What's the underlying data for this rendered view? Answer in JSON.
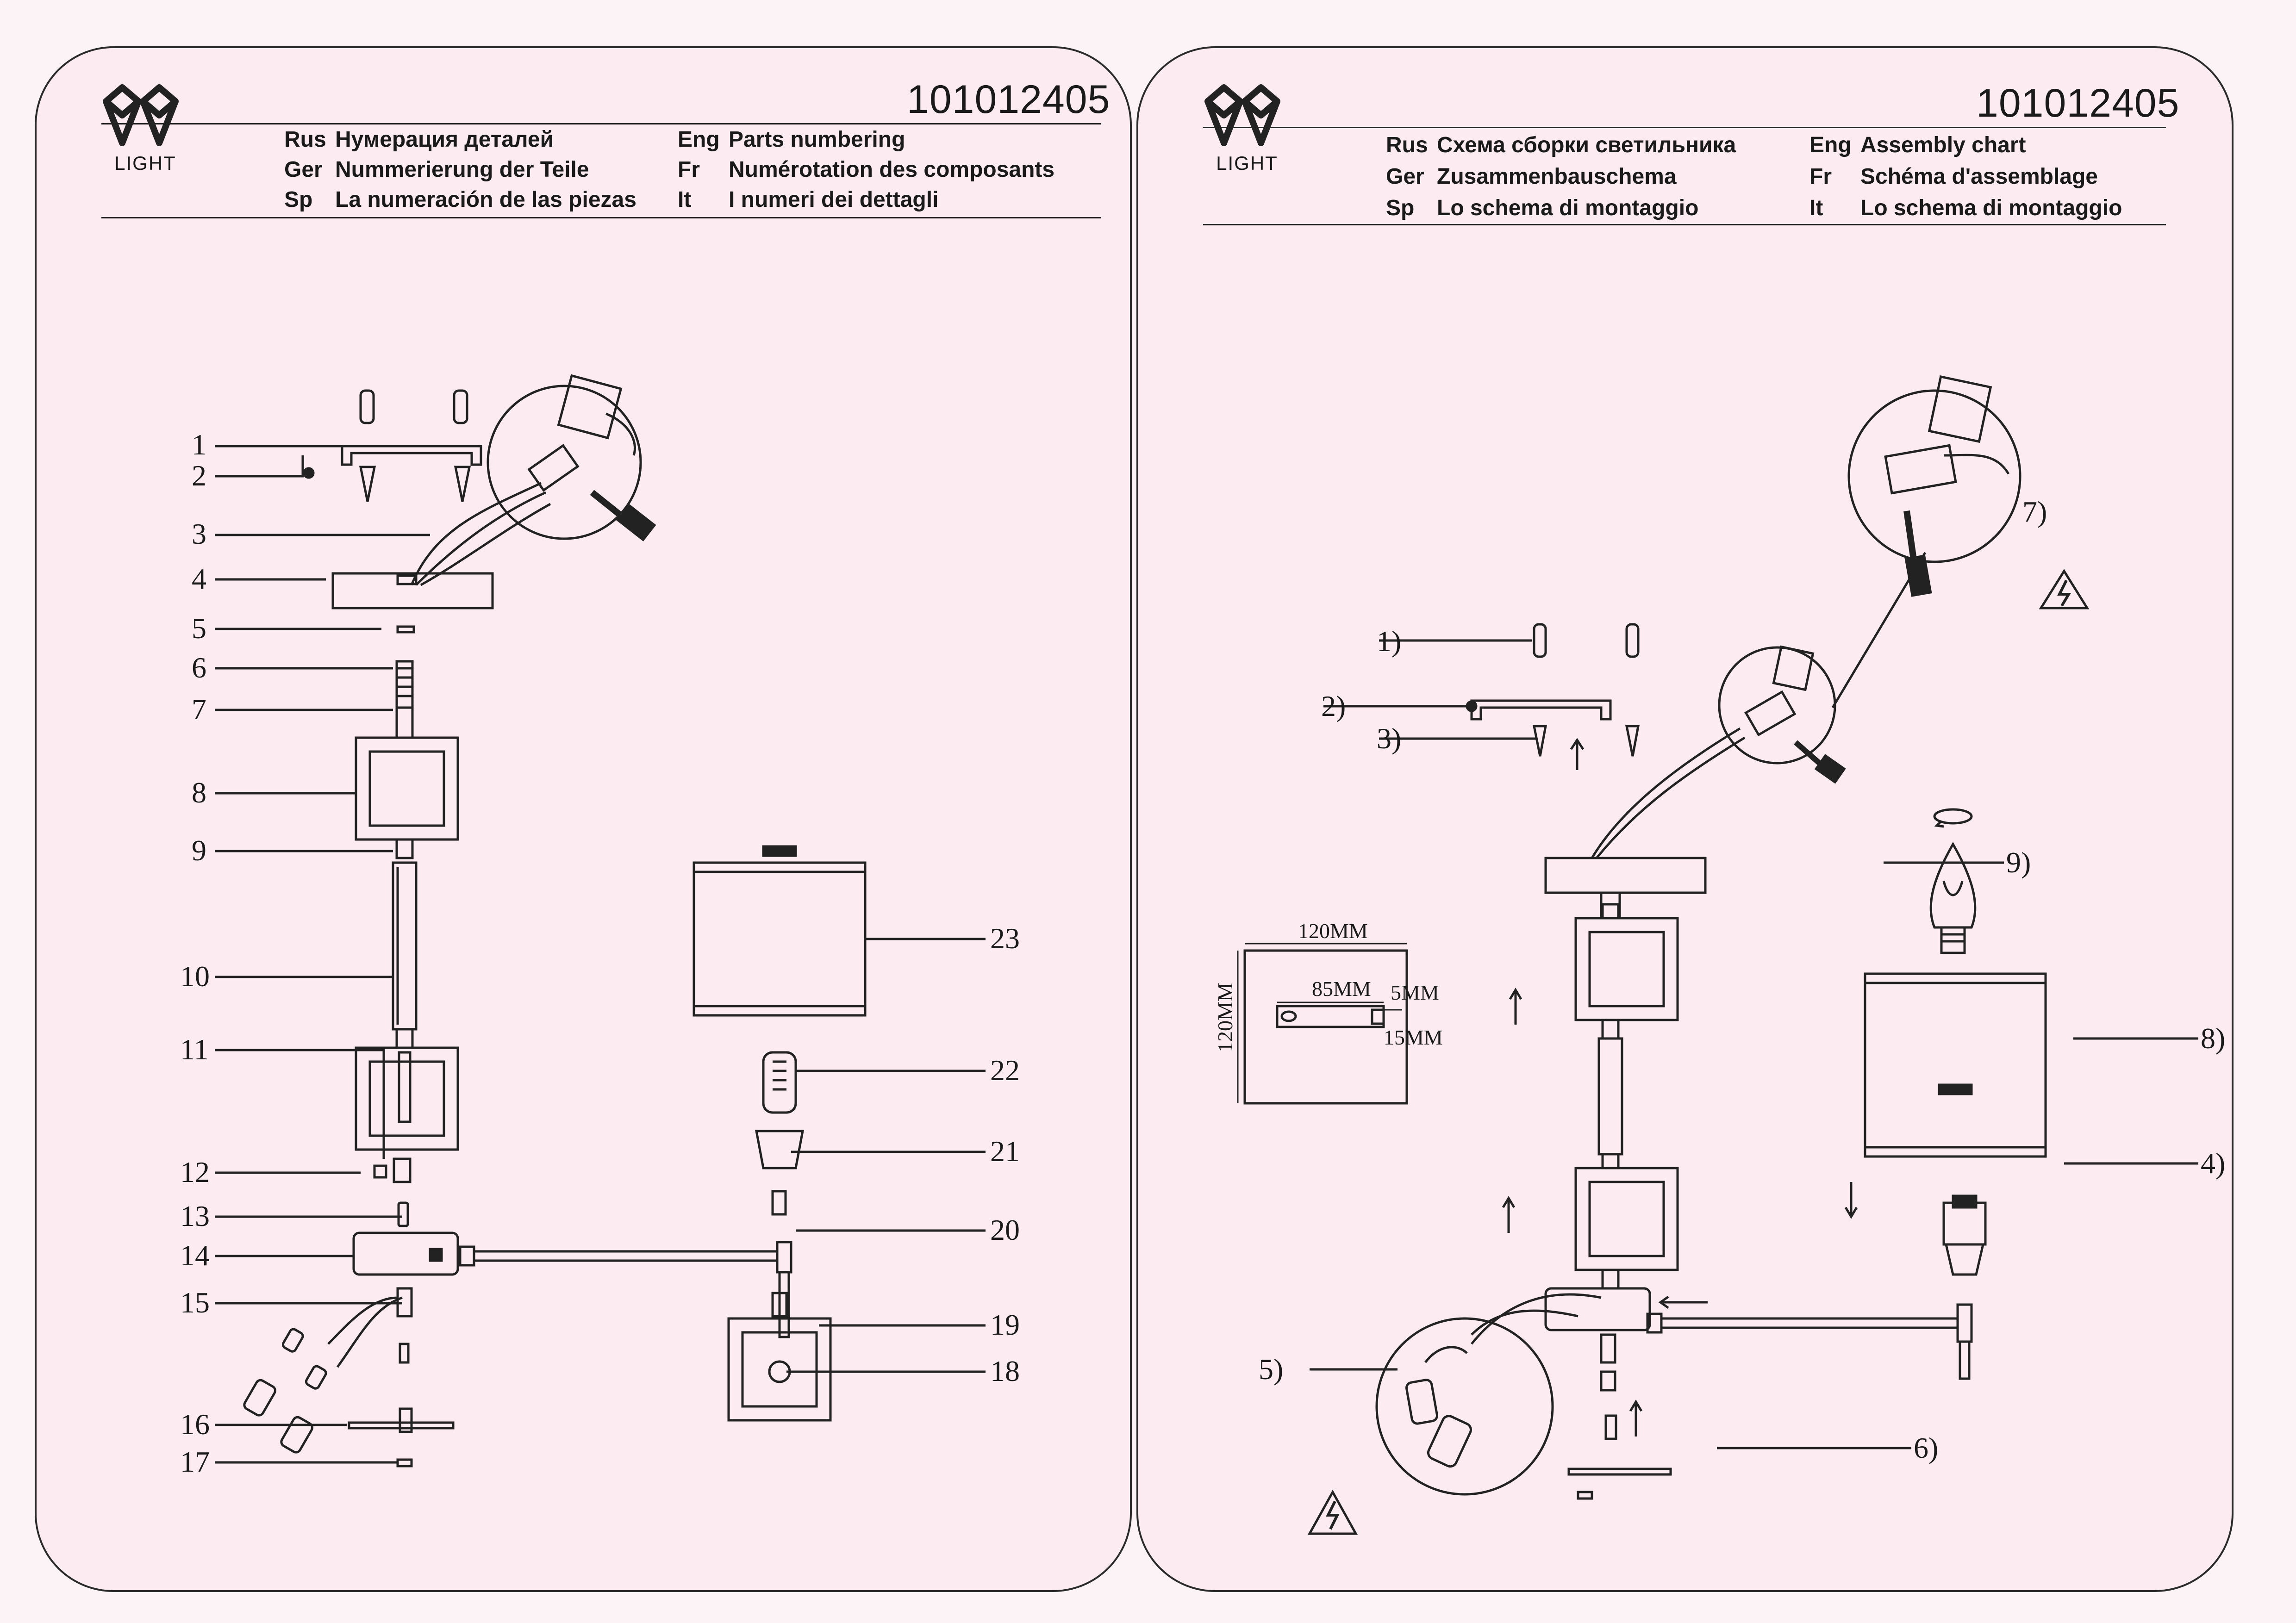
{
  "left_page": {
    "logo_text": "LIGHT",
    "doc_number": "101012405",
    "headings": [
      {
        "code": "Rus",
        "text": "Нумерация деталей"
      },
      {
        "code": "Ger",
        "text": "Nummerierung der Teile"
      },
      {
        "code": "Sp",
        "text": "La numeración de las piezas"
      },
      {
        "code": "Eng",
        "text": "Parts numbering"
      },
      {
        "code": "Fr",
        "text": "Numérotation des composants"
      },
      {
        "code": "It",
        "text": "I numeri dei dettagli"
      }
    ],
    "part_labels": [
      "1",
      "2",
      "3",
      "4",
      "5",
      "6",
      "7",
      "8",
      "9",
      "10",
      "11",
      "12",
      "13",
      "14",
      "15",
      "16",
      "17",
      "18",
      "19",
      "20",
      "21",
      "22",
      "23"
    ]
  },
  "right_page": {
    "logo_text": "LIGHT",
    "doc_number": "101012405",
    "headings": [
      {
        "code": "Rus",
        "text": "Схема сборки светильника"
      },
      {
        "code": "Ger",
        "text": "Zusammenbauschema"
      },
      {
        "code": "Sp",
        "text": "Lo schema di montaggio"
      },
      {
        "code": "Eng",
        "text": "Assembly chart"
      },
      {
        "code": "Fr",
        "text": "Schéma d'assemblage"
      },
      {
        "code": "It",
        "text": "Lo schema di montaggio"
      }
    ],
    "step_labels": [
      "1)",
      "2)",
      "3)",
      "4)",
      "5)",
      "6)",
      "7)",
      "8)",
      "9)"
    ],
    "dimensions": {
      "width": "120MM",
      "height": "120MM",
      "hole_spacing": "85MM",
      "slot_width": "5MM",
      "slot_length": "15MM"
    }
  }
}
